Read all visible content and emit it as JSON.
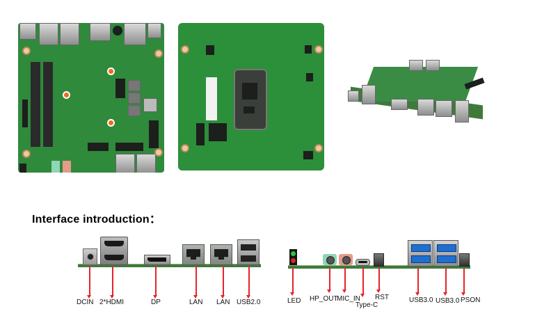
{
  "section_title": "Interface introduction：",
  "photos": [
    {
      "name": "board-top-view",
      "description": "motherboard top view"
    },
    {
      "name": "board-bottom-view",
      "description": "motherboard bottom view"
    },
    {
      "name": "board-isometric-view",
      "description": "motherboard angled view"
    }
  ],
  "ports_left": [
    {
      "id": "dcin",
      "label": "DCIN"
    },
    {
      "id": "hdmi",
      "label": "2*HDMI"
    },
    {
      "id": "dp",
      "label": "DP"
    },
    {
      "id": "lan1",
      "label": "LAN"
    },
    {
      "id": "lan2",
      "label": "LAN"
    },
    {
      "id": "usb2",
      "label": "USB2.0"
    }
  ],
  "ports_right": [
    {
      "id": "led",
      "label": "LED"
    },
    {
      "id": "hp_out",
      "label": "HP_OUT"
    },
    {
      "id": "mic_in",
      "label": "MIC_IN"
    },
    {
      "id": "typec",
      "label": "Type-C"
    },
    {
      "id": "rst",
      "label": "RST"
    },
    {
      "id": "usb3a",
      "label": "USB3.0"
    },
    {
      "id": "usb3b",
      "label": "USB3.0"
    },
    {
      "id": "pson",
      "label": "PSON"
    }
  ],
  "colors": {
    "arrow": "#e8222a",
    "pcb": "#3f7a3a",
    "hp_out": "#8fd6b4",
    "mic_in": "#e59a8a",
    "usb3": "#1f6fd0"
  }
}
